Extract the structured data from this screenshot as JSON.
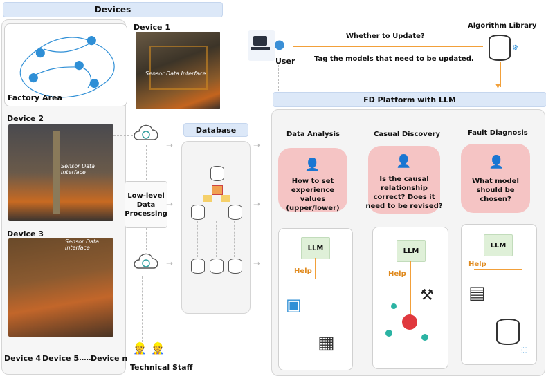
{
  "devices_header": "Devices",
  "factory_area": "Factory Area",
  "device1": "Device 1",
  "device2": "Device 2",
  "device3": "Device 3",
  "device4": "Device 4",
  "device5": "Device 5",
  "device_ellipsis": "......",
  "device_n": "Device n",
  "sensor_label": "Sensor Data Interface",
  "database_label": "Database",
  "lowlevel": "Low-level Data Processing",
  "technical_staff": "Technical Staff",
  "user_label": "User",
  "whether_update": "Whether to Update?",
  "tag_models": "Tag the models that need to be updated.",
  "algorithm_library": "Algorithm Library",
  "fd_platform": "FD Platform with LLM",
  "columns": [
    {
      "title": "Data Analysis",
      "question": "How to set experience values (upper/lower)",
      "llm": "LLM",
      "help": "Help"
    },
    {
      "title": "Casual Discovery",
      "question": "Is the causal relationship correct? Does it need to be revised?",
      "llm": "LLM",
      "help": "Help"
    },
    {
      "title": "Fault Diagnosis",
      "question": "What model should be chosen?",
      "llm": "LLM",
      "help": "Help"
    }
  ],
  "colors": {
    "banner": "#dce8f8",
    "pink": "#f5c4c4",
    "llm_green": "#dff0d8",
    "help_orange": "#e08a1e",
    "pin_blue": "#2f8fd6"
  }
}
